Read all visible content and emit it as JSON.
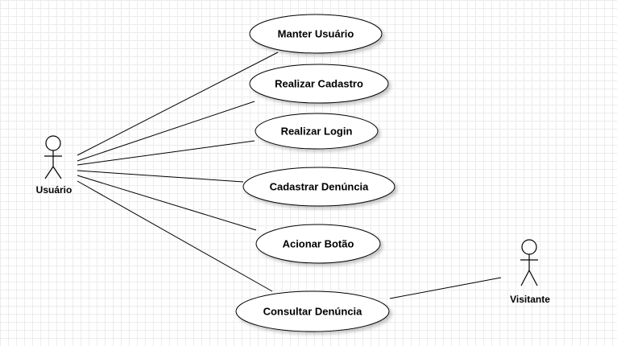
{
  "diagram": {
    "actors": [
      {
        "id": "usuario",
        "label": "Usuário"
      },
      {
        "id": "visitante",
        "label": "Visitante"
      }
    ],
    "use_cases": [
      {
        "id": "manter-usuario",
        "label": "Manter Usuário"
      },
      {
        "id": "realizar-cadastro",
        "label": "Realizar Cadastro"
      },
      {
        "id": "realizar-login",
        "label": "Realizar Login"
      },
      {
        "id": "cadastrar-denuncia",
        "label": "Cadastrar Denúncia"
      },
      {
        "id": "acionar-botao",
        "label": "Acionar Botão"
      },
      {
        "id": "consultar-denuncia",
        "label": "Consultar Denúncia"
      }
    ],
    "associations": [
      {
        "from": "usuario",
        "to": "manter-usuario"
      },
      {
        "from": "usuario",
        "to": "realizar-cadastro"
      },
      {
        "from": "usuario",
        "to": "realizar-login"
      },
      {
        "from": "usuario",
        "to": "cadastrar-denuncia"
      },
      {
        "from": "usuario",
        "to": "acionar-botao"
      },
      {
        "from": "usuario",
        "to": "consultar-denuncia"
      },
      {
        "from": "visitante",
        "to": "consultar-denuncia"
      }
    ]
  }
}
